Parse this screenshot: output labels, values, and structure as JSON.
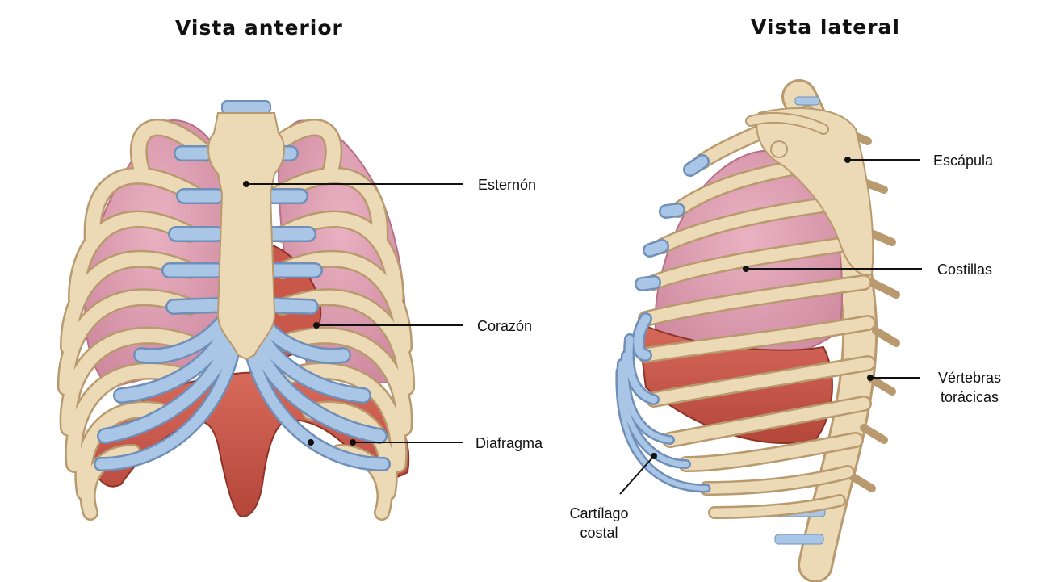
{
  "titles": {
    "anterior": "Vista anterior",
    "lateral": "Vista lateral"
  },
  "labels": {
    "sternum": "Esternón",
    "heart": "Corazón",
    "diaphragm": "Diafragma",
    "scapula": "Escápula",
    "ribs": "Costillas",
    "vertebrae_line1": "Vértebras",
    "vertebrae_line2": "torácicas",
    "cartilage_line1": "Cartílago",
    "cartilage_line2": "costal"
  },
  "colors": {
    "bone": "#ecd9b6",
    "bone_edge": "#b89a6e",
    "cartilage": "#a9c6e6",
    "cartilage_edge": "#6f8fb8",
    "lung": "#e2a0b4",
    "lung_edge": "#b86f86",
    "muscle": "#c9584a",
    "leader": "#111111"
  }
}
